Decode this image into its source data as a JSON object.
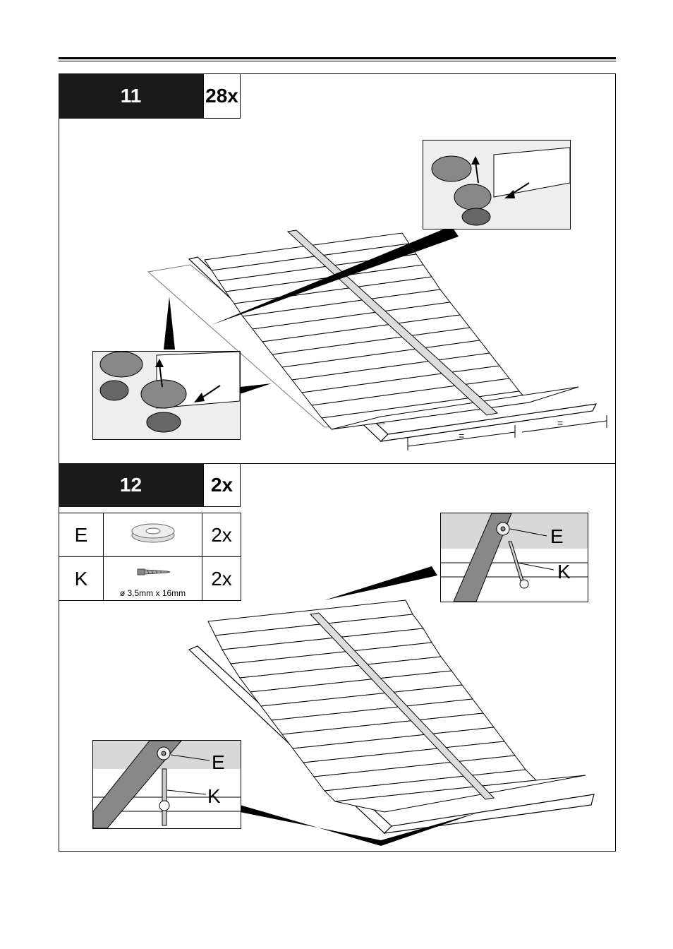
{
  "steps": [
    {
      "number": "11",
      "quantity": "28x"
    },
    {
      "number": "12",
      "quantity": "2x"
    }
  ],
  "parts": [
    {
      "letter": "E",
      "icon": "washer-icon",
      "quantity": "2x",
      "spec": ""
    },
    {
      "letter": "K",
      "icon": "screw-icon",
      "quantity": "2x",
      "spec": "ø 3,5mm x 16mm"
    }
  ],
  "callouts": {
    "label_e": "E",
    "label_k": "K",
    "dimension_mark": "="
  }
}
